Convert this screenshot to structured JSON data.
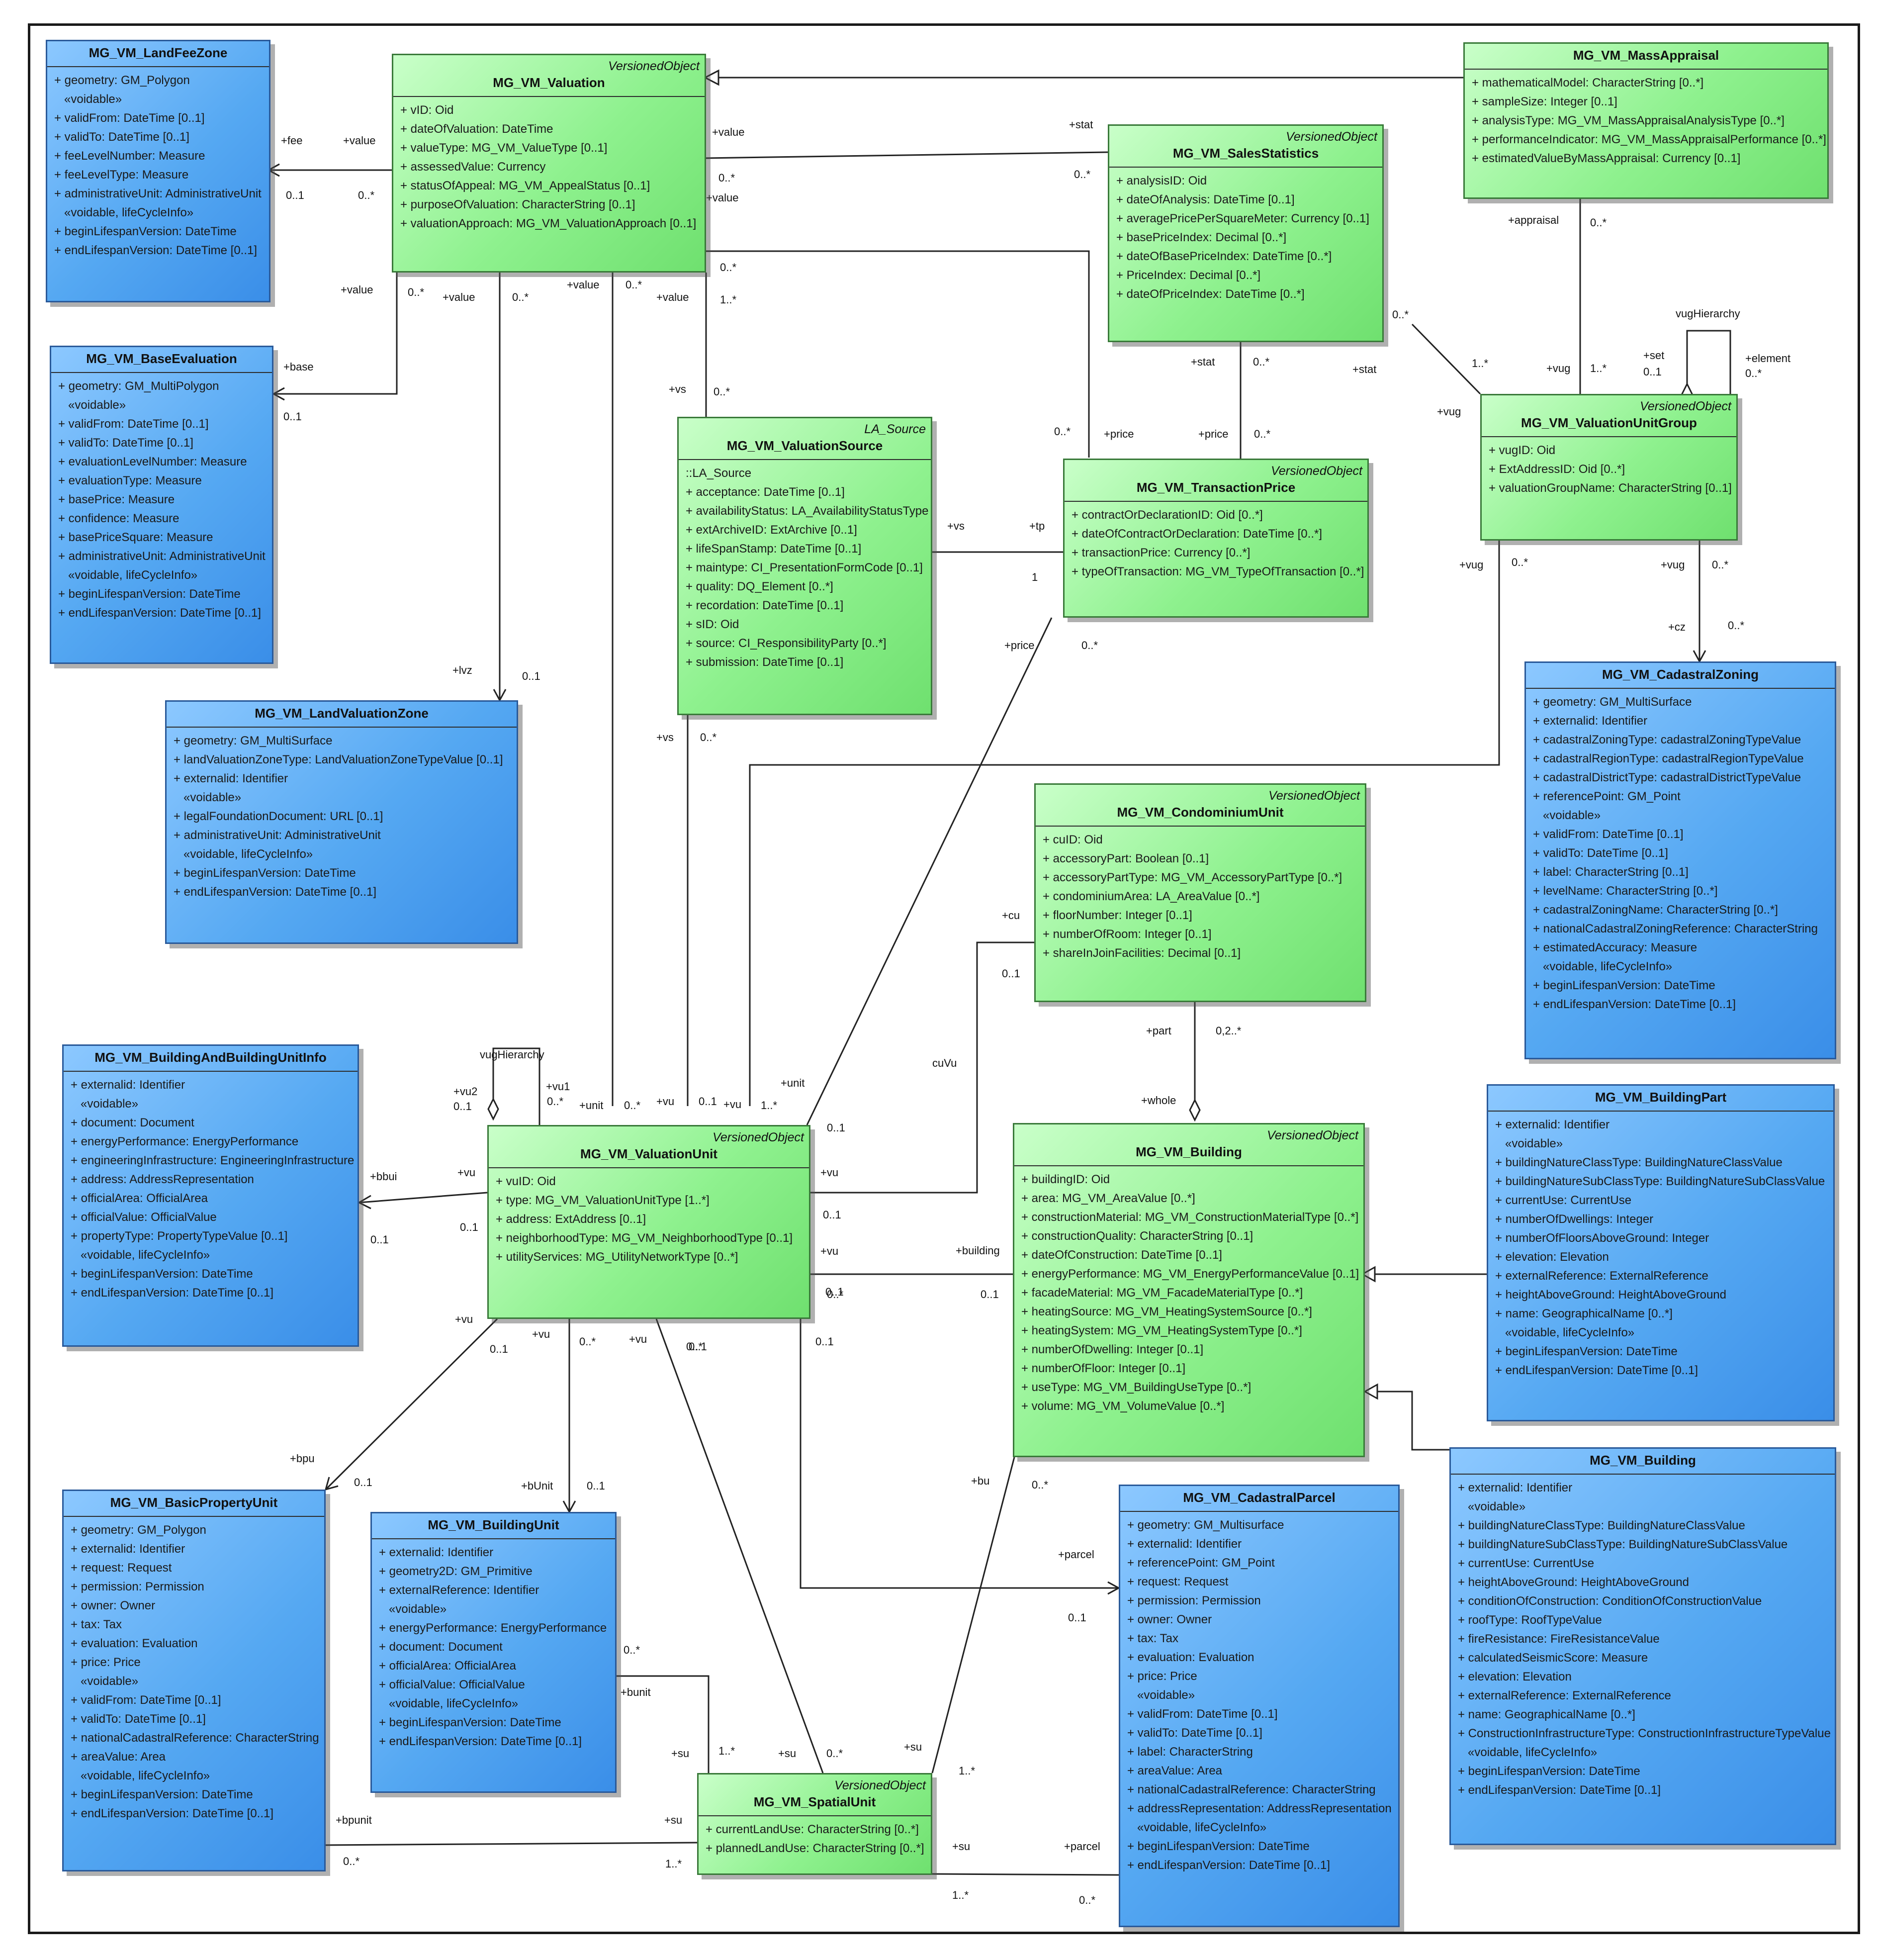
{
  "labels": {
    "val_value_1": "+value",
    "val_fee": "+fee",
    "val_m1": "0..1",
    "val_m2": "0..*",
    "val_value_2": "+value",
    "val_value_3": "+value",
    "val_value_4": "+value",
    "val_value_5": "+value",
    "val_value_6": "+value",
    "val_value_7": "+value",
    "val_base": "+base",
    "val_m3": "0..1",
    "val_m4": "0..*",
    "val_m5": "0..*",
    "val_m6": "0..*",
    "val_m7": "0..*",
    "val_m8": "1..*",
    "val_m9": "0..*",
    "lvz": "+lvz",
    "lvz_m": "0..1",
    "stat_1": "+stat",
    "stat_m1": "0..*",
    "stat_2": "+stat",
    "stat_m2": "0..*",
    "stat_3": "+stat",
    "stat_m3": "0..*",
    "stat_4": "+stat",
    "vs_1": "+vs",
    "vs_m1": "0..*",
    "vs_2": "+vs",
    "vs_m2": "0..*",
    "vs_3": "+vs",
    "tp": "+tp",
    "tp_m": "1",
    "price_1": "+price",
    "price_m1": "0..*",
    "price_2": "+price",
    "price_m2": "0..*",
    "price_3": "+price",
    "price_m3": "0..*",
    "appraisal": "+appraisal",
    "appraisal_m": "0..*",
    "vug_1": "+vug",
    "vug_m1": "1..*",
    "vug_2": "+vug",
    "vug_m2": "1..*",
    "vug_3": "+vug",
    "vug_4": "+vug",
    "vug_m4": "0..*",
    "vug_5": "+vug",
    "vug_m5": "0..*",
    "vughier": "vugHierarchy",
    "set": "+set",
    "set_m": "0..1",
    "element": "+element",
    "element_m": "0..*",
    "cz": "+cz",
    "cz_m": "0..*",
    "cu": "+cu",
    "cu_m": "0..1",
    "cuvu": "cuVu",
    "part": "+part",
    "part_m": "0,2..*",
    "whole": "+whole",
    "unit_1": "+unit",
    "unit_m1": "0..*",
    "unit_2": "+unit",
    "unit_m2": "0..1",
    "vu_1": "+vu",
    "vu_m1": "0..1",
    "vu_2": "+vu",
    "vu_m2": "1..*",
    "vu_3": "+vu",
    "vu_m3": "0..1",
    "vu_4": "+vu",
    "vu_m4": "0..1",
    "vu_5": "+vu",
    "vu_m5": "0..1",
    "vu_6": "+vu",
    "vu_m6": "0..*",
    "vu_7": "+vu",
    "vu_m7": "0..1",
    "vu_8": "+vu",
    "vu_m8": "0..*",
    "vu_9": "+vu",
    "vu_m9": "0..1",
    "vu_10": "+vu",
    "vu_m10": "0..1",
    "vu_11": "+vu",
    "vu_12": "+vu",
    "vuhier": "vugHierarchy",
    "vu2": "+vu2",
    "vu2_m": "0..1",
    "vu1": "+vu1",
    "vu1_m": "0..*",
    "bbui": "+bbui",
    "bbui_m": "0..1",
    "building": "+building",
    "building_m": "0..1",
    "vu_b_m": "0..*",
    "bpu": "+bpu",
    "bpu_m": "0..1",
    "bunit_1": "+bUnit",
    "bunit_m1": "0..1",
    "bu": "+bu",
    "bu_m": "0..*",
    "parcel_1": "+parcel",
    "parcel_m1": "0..1",
    "parcel_2": "+parcel",
    "parcel_m2": "0..*",
    "bunit_2": "+bunit",
    "bunit_m2": "0..*",
    "su_1": "+su",
    "su_m1": "1..*",
    "su_2": "+su",
    "su_m2": "0..*",
    "su_3": "+su",
    "su_m3": "1..*",
    "su_4": "+su",
    "su_m4": "1..*",
    "su_5": "+su",
    "su_m5": "1..*",
    "bpunit": "+bpunit",
    "bpunit_m": "0..*"
  },
  "classes": {
    "landfee": {
      "name": "MG_VM_LandFeeZone",
      "stereotype": "",
      "attrs": [
        "+   geometry: GM_Polygon",
        "«voidable»",
        "+   validFrom: DateTime [0..1]",
        "+   validTo: DateTime [0..1]",
        "+   feeLevelNumber: Measure",
        "+   feeLevelType: Measure",
        "+   administrativeUnit: AdministrativeUnit",
        "«voidable, lifeCycleInfo»",
        "+   beginLifespanVersion: DateTime",
        "+   endLifespanVersion: DateTime [0..1]"
      ]
    },
    "valuation": {
      "name": "MG_VM_Valuation",
      "stereotype": "VersionedObject",
      "attrs": [
        "+   vID: Oid",
        "+   dateOfValuation: DateTime",
        "+   valueType: MG_VM_ValueType [0..1]",
        "+   assessedValue: Currency",
        "+   statusOfAppeal: MG_VM_AppealStatus [0..1]",
        "+   purposeOfValuation: CharacterString [0..1]",
        "+   valuationApproach: MG_VM_ValuationApproach [0..1]"
      ]
    },
    "massappraisal": {
      "name": "MG_VM_MassAppraisal",
      "stereotype": "",
      "attrs": [
        "+   mathematicalModel: CharacterString [0..*]",
        "+   sampleSize: Integer [0..1]",
        "+   analysisType: MG_VM_MassAppraisalAnalysisType [0..*]",
        "+   performanceIndicator: MG_VM_MassAppraisalPerformance [0..*]",
        "+   estimatedValueByMassAppraisal: Currency [0..1]"
      ]
    },
    "salesstats": {
      "name": "MG_VM_SalesStatistics",
      "stereotype": "VersionedObject",
      "attrs": [
        "+   analysisID: Oid",
        "+   dateOfAnalysis: DateTime [0..1]",
        "+   averagePricePerSquareMeter: Currency [0..1]",
        "+   basePriceIndex: Decimal [0..*]",
        "+   dateOfBasePriceIndex: DateTime [0..*]",
        "+   PriceIndex: Decimal [0..*]",
        "+   dateOfPriceIndex: DateTime [0..*]"
      ]
    },
    "baseeval": {
      "name": "MG_VM_BaseEvaluation",
      "stereotype": "",
      "attrs": [
        "+   geometry: GM_MultiPolygon",
        "«voidable»",
        "+   validFrom: DateTime [0..1]",
        "+   validTo: DateTime [0..1]",
        "+   evaluationLevelNumber: Measure",
        "+   evaluationType: Measure",
        "+   basePrice: Measure",
        "+   confidence: Measure",
        "+   basePriceSquare: Measure",
        "+   administrativeUnit: AdministrativeUnit",
        "«voidable, lifeCycleInfo»",
        "+   beginLifespanVersion: DateTime",
        "+   endLifespanVersion: DateTime [0..1]"
      ]
    },
    "valsource": {
      "name": "MG_VM_ValuationSource",
      "stereotype": "LA_Source",
      "attrs": [
        "::LA_Source",
        "+   acceptance: DateTime [0..1]",
        "+   availabilityStatus: LA_AvailabilityStatusType",
        "+   extArchiveID: ExtArchive [0..1]",
        "+   lifeSpanStamp: DateTime [0..1]",
        "+   maintype: CI_PresentationFormCode [0..1]",
        "+   quality: DQ_Element [0..*]",
        "+   recordation: DateTime [0..1]",
        "+   sID: Oid",
        "+   source: CI_ResponsibilityParty [0..*]",
        "+   submission: DateTime [0..1]"
      ]
    },
    "txprice": {
      "name": "MG_VM_TransactionPrice",
      "stereotype": "VersionedObject",
      "attrs": [
        "+   contractOrDeclarationID: Oid [0..*]",
        "+   dateOfContractOrDeclaration: DateTime [0..*]",
        "+   transactionPrice: Currency [0..*]",
        "+   typeOfTransaction: MG_VM_TypeOfTransaction [0..*]"
      ]
    },
    "vug": {
      "name": "MG_VM_ValuationUnitGroup",
      "stereotype": "VersionedObject",
      "attrs": [
        "+   vugID: Oid",
        "+   ExtAddressID: Oid [0..*]",
        "+   valuationGroupName: CharacterString [0..1]"
      ]
    },
    "lvz": {
      "name": "MG_VM_LandValuationZone",
      "stereotype": "",
      "attrs": [
        "+   geometry: GM_MultiSurface",
        "+   landValuationZoneType: LandValuationZoneTypeValue [0..1]",
        "+   externalid: Identifier",
        "«voidable»",
        "+   legalFoundationDocument: URL [0..1]",
        "+   administrativeUnit: AdministrativeUnit",
        "«voidable, lifeCycleInfo»",
        "+   beginLifespanVersion: DateTime",
        "+   endLifespanVersion: DateTime [0..1]"
      ]
    },
    "cadzoning": {
      "name": "MG_VM_CadastralZoning",
      "stereotype": "",
      "attrs": [
        "+   geometry: GM_MultiSurface",
        "+   externalid: Identifier",
        "+   cadastralZoningType: cadastralZoningTypeValue",
        "+   cadastralRegionType: cadastralRegionTypeValue",
        "+   cadastralDistrictType: cadastralDistrictTypeValue",
        "+   referencePoint: GM_Point",
        "«voidable»",
        "+   validFrom: DateTime [0..1]",
        "+   validTo: DateTime [0..1]",
        "+   label: CharacterString [0..1]",
        "+   levelName: CharacterString [0..*]",
        "+   cadastralZoningName: CharacterString [0..*]",
        "+   nationalCadastralZoningReference: CharacterString",
        "+   estimatedAccuracy: Measure",
        "«voidable, lifeCycleInfo»",
        "+   beginLifespanVersion: DateTime",
        "+   endLifespanVersion: DateTime [0..1]"
      ]
    },
    "condo": {
      "name": "MG_VM_CondominiumUnit",
      "stereotype": "VersionedObject",
      "attrs": [
        "+   cuID: Oid",
        "+   accessoryPart: Boolean [0..1]",
        "+   accessoryPartType: MG_VM_AccessoryPartType [0..*]",
        "+   condominiumArea: LA_AreaValue [0..*]",
        "+   floorNumber: Integer [0..1]",
        "+   numberOfRoom: Integer [0..1]",
        "+   shareInJoinFacilities: Decimal [0..1]"
      ]
    },
    "bbui": {
      "name": "MG_VM_BuildingAndBuildingUnitInfo",
      "stereotype": "",
      "attrs": [
        "+   externalid: Identifier",
        "«voidable»",
        "+   document: Document",
        "+   energyPerformance: EnergyPerformance",
        "+   engineeringInfrastructure: EngineeringInfrastructure",
        "+   address: AddressRepresentation",
        "+   officialArea: OfficialArea",
        "+   officialValue: OfficialValue",
        "+   propertyType: PropertyTypeValue [0..1]",
        "«voidable, lifeCycleInfo»",
        "+   beginLifespanVersion: DateTime",
        "+   endLifespanVersion: DateTime [0..1]"
      ]
    },
    "valunit": {
      "name": "MG_VM_ValuationUnit",
      "stereotype": "VersionedObject",
      "attrs": [
        "+   vuID: Oid",
        "+   type: MG_VM_ValuationUnitType [1..*]",
        "+   address: ExtAddress [0..1]",
        "+   neighborhoodType: MG_VM_NeighborhoodType [0..1]",
        "+   utilityServices: MG_UtilityNetworkType [0..*]"
      ]
    },
    "building": {
      "name": "MG_VM_Building",
      "stereotype": "VersionedObject",
      "attrs": [
        "+   buildingID: Oid",
        "+   area: MG_VM_AreaValue [0..*]",
        "+   constructionMaterial: MG_VM_ConstructionMaterialType [0..*]",
        "+   constructionQuality: CharacterString [0..1]",
        "+   dateOfConstruction: DateTime [0..1]",
        "+   energyPerformance: MG_VM_EnergyPerformanceValue [0..1]",
        "+   facadeMaterial: MG_VM_FacadeMaterialType [0..*]",
        "+   heatingSource: MG_VM_HeatingSystemSource [0..*]",
        "+   heatingSystem: MG_VM_HeatingSystemType [0..*]",
        "+   numberOfDwelling: Integer [0..1]",
        "+   numberOfFloor: Integer [0..1]",
        "+   useType: MG_VM_BuildingUseType [0..*]",
        "+   volume: MG_VM_VolumeValue [0..*]"
      ]
    },
    "bpart": {
      "name": "MG_VM_BuildingPart",
      "stereotype": "",
      "attrs": [
        "+   externalid: Identifier",
        "«voidable»",
        "+   buildingNatureClassType: BuildingNatureClassValue",
        "+   buildingNatureSubClassType: BuildingNatureSubClassValue",
        "+   currentUse: CurrentUse",
        "+   numberOfDwellings: Integer",
        "+   numberOfFloorsAboveGround: Integer",
        "+   elevation: Elevation",
        "+   externalReference: ExternalReference",
        "+   heightAboveGround: HeightAboveGround",
        "+   name: GeographicalName [0..*]",
        "«voidable, lifeCycleInfo»",
        "+   beginLifespanVersion: DateTime",
        "+   endLifespanVersion: DateTime [0..1]"
      ]
    },
    "building2": {
      "name": "MG_VM_Building",
      "stereotype": "",
      "attrs": [
        "+   externalid: Identifier",
        "«voidable»",
        "+   buildingNatureClassType: BuildingNatureClassValue",
        "+   buildingNatureSubClassType: BuildingNatureSubClassValue",
        "+   currentUse: CurrentUse",
        "+   heightAboveGround: HeightAboveGround",
        "+   conditionOfConstruction: ConditionOfConstructionValue",
        "+   roofType: RoofTypeValue",
        "+   fireResistance: FireResistanceValue",
        "+   calculatedSeismicScore: Measure",
        "+   elevation: Elevation",
        "+   externalReference: ExternalReference",
        "+   name: GeographicalName [0..*]",
        "+   ConstructionInfrastructureType: ConstructionInfrastructureTypeValue",
        "«voidable, lifeCycleInfo»",
        "+   beginLifespanVersion: DateTime",
        "+   endLifespanVersion: DateTime [0..1]"
      ]
    },
    "bpu": {
      "name": "MG_VM_BasicPropertyUnit",
      "stereotype": "",
      "attrs": [
        "+   geometry: GM_Polygon",
        "+   externalid: Identifier",
        "+   request: Request",
        "+   permission: Permission",
        "+   owner: Owner",
        "+   tax: Tax",
        "+   evaluation: Evaluation",
        "+   price: Price",
        "«voidable»",
        "+   validFrom: DateTime [0..1]",
        "+   validTo: DateTime [0..1]",
        "+   nationalCadastralReference: CharacterString",
        "+   areaValue: Area",
        "«voidable, lifeCycleInfo»",
        "+   beginLifespanVersion: DateTime",
        "+   endLifespanVersion: DateTime [0..1]"
      ]
    },
    "bunit": {
      "name": "MG_VM_BuildingUnit",
      "stereotype": "",
      "attrs": [
        "+   externalid: Identifier",
        "+   geometry2D: GM_Primitive",
        "+   externalReference: Identifier",
        "«voidable»",
        "+   energyPerformance: EnergyPerformance",
        "+   document: Document",
        "+   officialArea: OfficialArea",
        "+   officialValue: OfficialValue",
        "«voidable, lifeCycleInfo»",
        "+   beginLifespanVersion: DateTime",
        "+   endLifespanVersion: DateTime [0..1]"
      ]
    },
    "cadparcel": {
      "name": "MG_VM_CadastralParcel",
      "stereotype": "",
      "attrs": [
        "+   geometry: GM_Multisurface",
        "+   externalid: Identifier",
        "+   referencePoint: GM_Point",
        "+   request: Request",
        "+   permission: Permission",
        "+   owner: Owner",
        "+   tax: Tax",
        "+   evaluation: Evaluation",
        "+   price: Price",
        "«voidable»",
        "+   validFrom: DateTime [0..1]",
        "+   validTo: DateTime [0..1]",
        "+   label: CharacterString",
        "+   areaValue: Area",
        "+   nationalCadastralReference: CharacterString",
        "+   addressRepresentation: AddressRepresentation",
        "«voidable, lifeCycleInfo»",
        "+   beginLifespanVersion: DateTime",
        "+   endLifespanVersion: DateTime [0..1]"
      ]
    },
    "spatialunit": {
      "name": "MG_VM_SpatialUnit",
      "stereotype": "VersionedObject",
      "attrs": [
        "+   currentLandUse: CharacterString [0..*]",
        "+   plannedLandUse: CharacterString [0..*]"
      ]
    }
  }
}
